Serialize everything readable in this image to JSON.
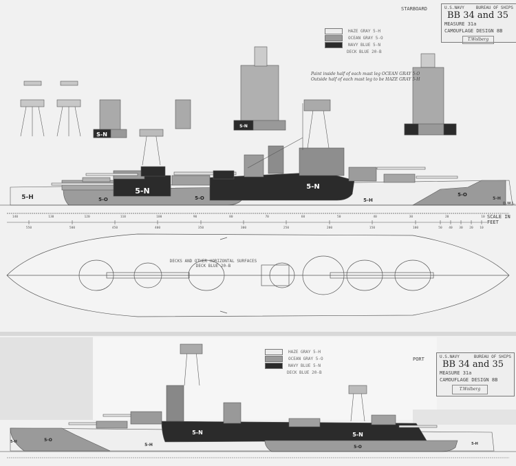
{
  "starboard": {
    "view_label": "STARBOARD",
    "title_block": {
      "agency": "U.S.NAVY",
      "bureau": "BUREAU OF SHIPS",
      "ships": "BB 34 and 35",
      "measure": "MEASURE 31a",
      "design": "CAMOUFLAGE DESIGN 8B",
      "signature": "T.Wolberg"
    },
    "legend": [
      {
        "label": "HAZE GRAY 5-H",
        "color": "#ececec"
      },
      {
        "label": "OCEAN GRAY 5-O",
        "color": "#9a9a9a"
      },
      {
        "label": "NAVY BLUE 5-N",
        "color": "#2b2b2b"
      },
      {
        "label": "DECK BLUE 20-B",
        "color": null
      }
    ],
    "note_line1": "Paint inside half of each mast leg OCEAN GRAY 5-O",
    "note_line2": "Outside half of each mast leg to be HAZE GRAY 5-H",
    "hull_labels": {
      "stern": "5-H",
      "aft_gray": "5-O",
      "aft_navy": "5-N",
      "mid_gray": "5-O",
      "main_navy": "5-N",
      "mid_haze": "5-H",
      "bow_gray": "5-O",
      "bow_haze": "5-H"
    },
    "detail_labels": {
      "mast_base": "S-N",
      "mast_base_fwd": "S-N",
      "waterline": "D.W.L."
    }
  },
  "scale": {
    "frames": [
      "140",
      "130",
      "120",
      "110",
      "100",
      "90",
      "80",
      "70",
      "60",
      "50",
      "40",
      "30",
      "20",
      "10"
    ],
    "feet": [
      "550",
      "500",
      "450",
      "400",
      "350",
      "300",
      "250",
      "200",
      "150",
      "100",
      "50",
      "40",
      "30",
      "20",
      "10"
    ],
    "scale_label": "SCALE IN FEET"
  },
  "plan": {
    "deck_note_line1": "DECKS AND OTHER HORIZONTAL SURFACES",
    "deck_note_line2": "DECK BLUE 20-B"
  },
  "port": {
    "view_label": "PORT",
    "title_block": {
      "agency": "U.S.NAVY",
      "bureau": "BUREAU OF SHIPS",
      "ships": "BB 34 and 35",
      "measure": "MEASURE 31a",
      "design": "CAMOUFLAGE DESIGN 8B",
      "signature": "T.Wolberg"
    },
    "legend": [
      {
        "label": "HAZE GRAY 5-H",
        "color": "#ececec"
      },
      {
        "label": "OCEAN GRAY 5-O",
        "color": "#9a9a9a"
      },
      {
        "label": "NAVY BLUE 5-N",
        "color": "#2b2b2b"
      },
      {
        "label": "DECK BLUE 20-B",
        "color": null
      }
    ],
    "hull_labels": {
      "bow_haze": "5-H",
      "bow_gray": "5-O",
      "mid_haze": "5-H",
      "fwd_navy": "5-N",
      "main_navy": "5-N",
      "lower_gray": "5-O",
      "stern": "5-H"
    }
  }
}
